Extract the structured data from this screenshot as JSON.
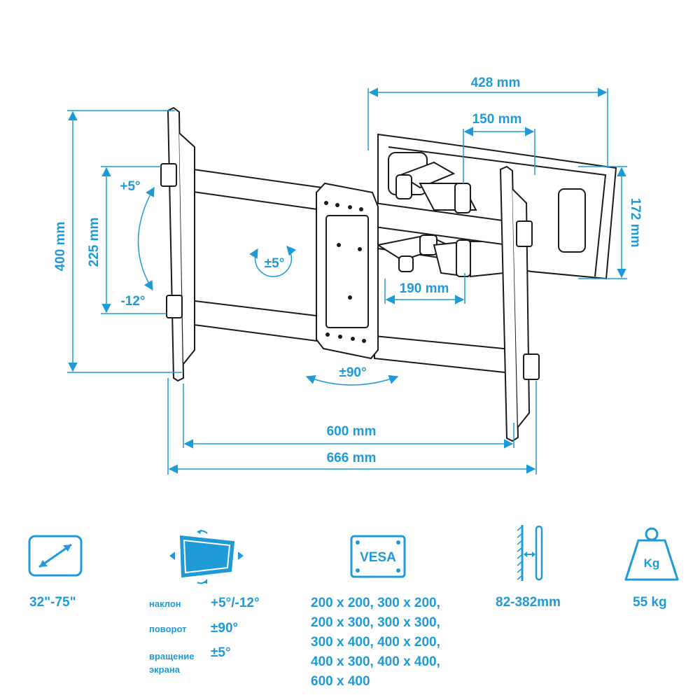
{
  "colors": {
    "accent": "#1e9bd7",
    "line": "#1a1a1a",
    "fill": "#ffffff"
  },
  "dimensions": {
    "width_max": "428 mm",
    "arm_spacing": "150 mm",
    "height_plate": "172 mm",
    "height_total": "400 mm",
    "height_adjust": "225 mm",
    "arm_depth": "190 mm",
    "tilt_up": "+5°",
    "tilt_down": "-12°",
    "rotation": "±5°",
    "swivel": "±90°",
    "width_vesa": "600 mm",
    "width_total": "666 mm"
  },
  "specs": {
    "screen_size": {
      "icon": "diagonal-arrow-icon",
      "value": "32\"-75\""
    },
    "adjustments": {
      "icon": "tilt-swivel-screen-icon",
      "rows": [
        {
          "label": "наклон",
          "value": "+5°/-12°"
        },
        {
          "label": "поворот",
          "value": "±90°"
        },
        {
          "label": "вращение экрана",
          "value": "±5°"
        }
      ]
    },
    "vesa": {
      "icon": "vesa-badge-icon",
      "badge_label": "VESA",
      "patterns": [
        "200 x 200, 300 x 200,",
        "200 x 300, 300 x 300,",
        "300 x 400, 400 x 200,",
        "400 x 300, 400 x 400,",
        "600 x 400"
      ]
    },
    "wall_distance": {
      "icon": "wall-distance-icon",
      "value": "82-382mm"
    },
    "max_load": {
      "icon": "weight-icon",
      "badge_label": "Kg",
      "value": "55 kg"
    }
  }
}
